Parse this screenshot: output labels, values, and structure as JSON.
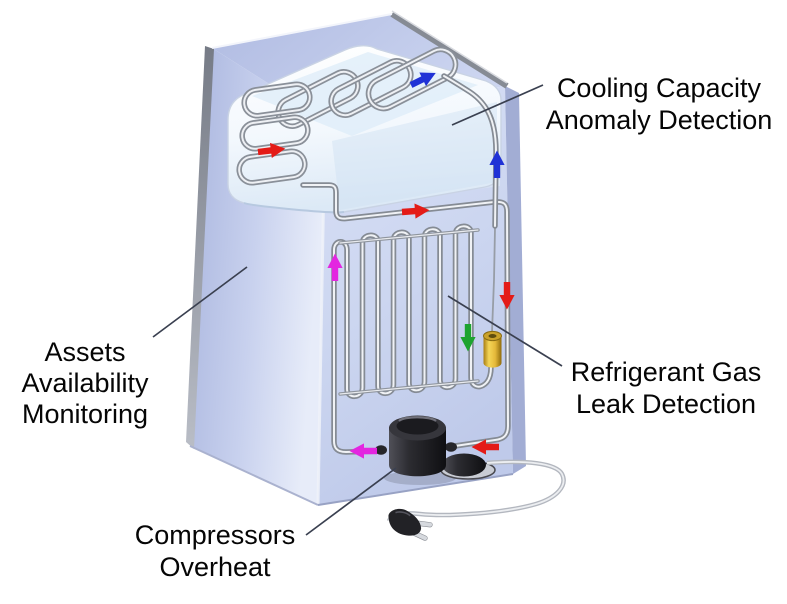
{
  "diagram": {
    "labels": {
      "cooling": {
        "lines": [
          "Cooling Capacity",
          "Anomaly Detection"
        ]
      },
      "assets": {
        "lines": [
          "Assets",
          "Availability",
          "Monitoring"
        ]
      },
      "refrigerant": {
        "lines": [
          "Refrigerant Gas",
          "Leak Detection"
        ]
      },
      "compressors": {
        "lines": [
          "Compressors",
          "Overheat"
        ]
      }
    },
    "colors": {
      "arrow_red": "#e41b17",
      "arrow_blue": "#2032d6",
      "arrow_magenta": "#e326e0",
      "arrow_green": "#1da32f",
      "leader": "#3a4050",
      "drier_gold": "#e5b93a",
      "compressor_dark": "#232327",
      "cabinet_lavender": "#c5cfed"
    },
    "components": [
      "refrigerator-cabinet",
      "evaporator-box",
      "evaporator-coils",
      "condenser-grid",
      "filter-drier",
      "compressor",
      "start-relay",
      "power-cord",
      "power-plug"
    ]
  }
}
